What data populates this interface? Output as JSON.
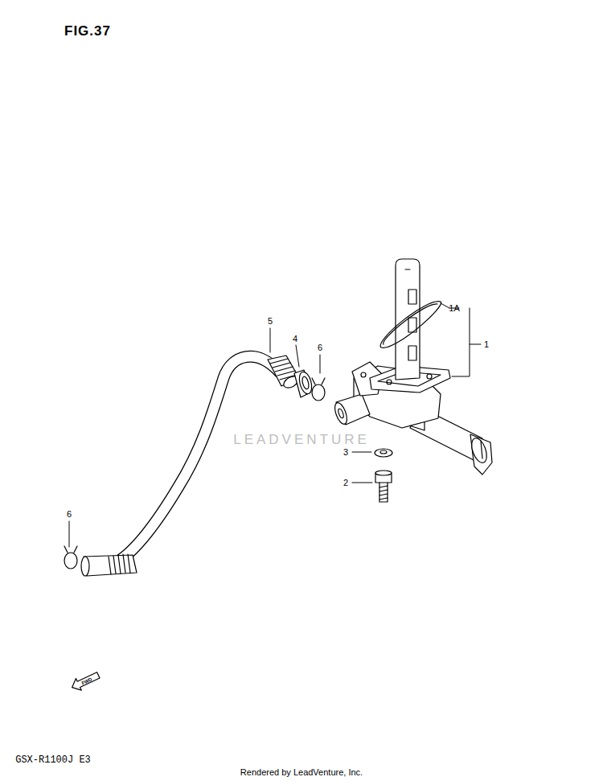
{
  "diagram": {
    "title": "FIG.37",
    "labels": [
      "5",
      "4",
      "6",
      "1A",
      "1",
      "3",
      "2",
      "6",
      "FWD",
      "LEADVENTURE",
      "GSX-R1100J E3",
      "Rendered by LeadVenture, Inc."
    ]
  }
}
